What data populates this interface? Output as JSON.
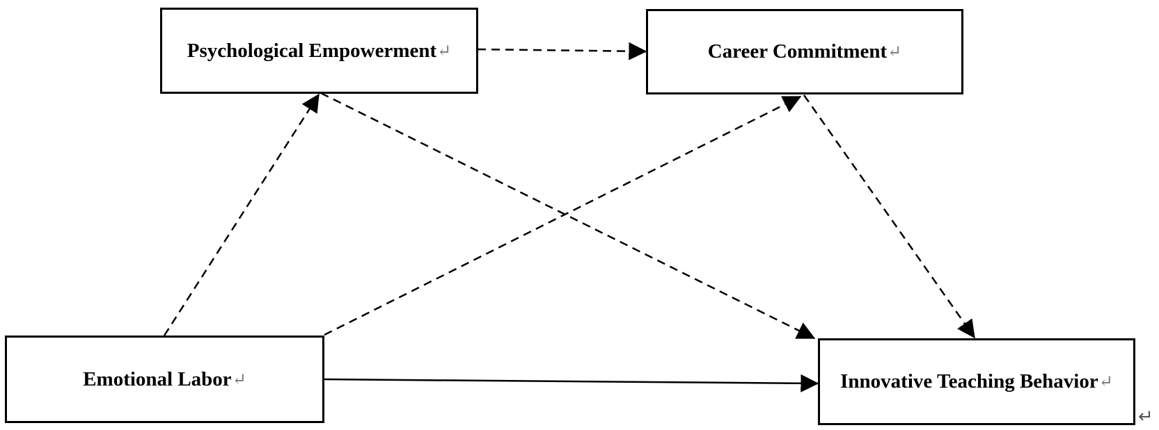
{
  "diagram": {
    "nodes": {
      "psychological_empowerment": "Psychological Empowerment",
      "career_commitment": "Career Commitment",
      "emotional_labor": "Emotional Labor",
      "innovative_teaching_behavior": "Innovative Teaching Behavior"
    },
    "paragraph_mark": "↵",
    "edges": [
      {
        "from": "psychological_empowerment",
        "to": "career_commitment",
        "style": "dashed"
      },
      {
        "from": "emotional_labor",
        "to": "psychological_empowerment",
        "style": "dashed"
      },
      {
        "from": "emotional_labor",
        "to": "career_commitment",
        "style": "dashed"
      },
      {
        "from": "psychological_empowerment",
        "to": "innovative_teaching_behavior",
        "style": "dashed"
      },
      {
        "from": "career_commitment",
        "to": "innovative_teaching_behavior",
        "style": "dashed"
      },
      {
        "from": "emotional_labor",
        "to": "innovative_teaching_behavior",
        "style": "solid"
      }
    ],
    "colors": {
      "line": "#000000",
      "mark": "#7a7a7a"
    }
  }
}
